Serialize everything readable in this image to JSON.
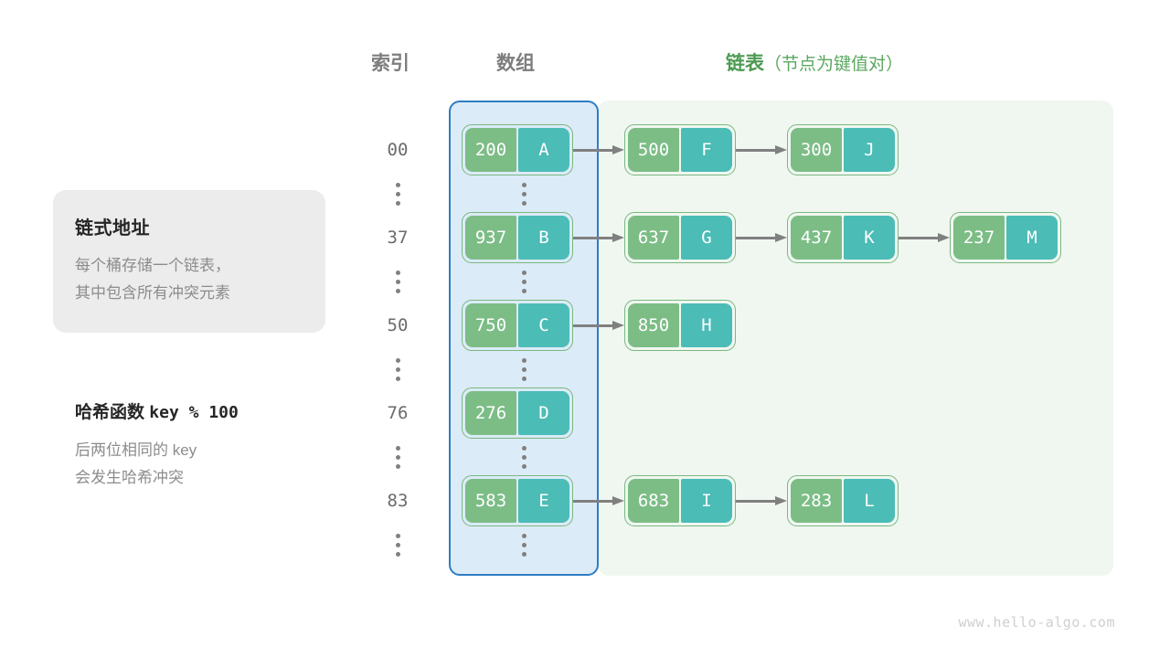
{
  "headers": {
    "index": "索引",
    "array": "数组",
    "list_main": "链表",
    "list_sub": "（节点为键值对）"
  },
  "info_card": {
    "title": "链式地址",
    "body": "每个桶存储一个链表，\n其中包含所有冲突元素"
  },
  "hash_note": {
    "title_cn": "哈希函数",
    "title_code": "key % 100",
    "body": "后两位相同的  key\n会发生哈希冲突"
  },
  "buckets": [
    {
      "index": "00",
      "nodes": [
        {
          "key": "200",
          "value": "A"
        },
        {
          "key": "500",
          "value": "F"
        },
        {
          "key": "300",
          "value": "J"
        }
      ]
    },
    {
      "index": "37",
      "nodes": [
        {
          "key": "937",
          "value": "B"
        },
        {
          "key": "637",
          "value": "G"
        },
        {
          "key": "437",
          "value": "K"
        },
        {
          "key": "237",
          "value": "M"
        }
      ]
    },
    {
      "index": "50",
      "nodes": [
        {
          "key": "750",
          "value": "C"
        },
        {
          "key": "850",
          "value": "H"
        }
      ]
    },
    {
      "index": "76",
      "nodes": [
        {
          "key": "276",
          "value": "D"
        }
      ]
    },
    {
      "index": "83",
      "nodes": [
        {
          "key": "583",
          "value": "E"
        },
        {
          "key": "683",
          "value": "I"
        },
        {
          "key": "283",
          "value": "L"
        }
      ]
    }
  ],
  "ellipsis_rows": 6,
  "footer": "www.hello-algo.com",
  "colors": {
    "key_fill": "#7cbd86",
    "value_fill": "#4bbcb6",
    "node_border": "#7ab87f",
    "array_panel_bg": "#dcebf8",
    "array_panel_border": "#2d7dc4",
    "list_panel_bg": "#f0f7f1",
    "arrow": "#808080",
    "header_gray": "#7d7d7d",
    "header_green": "#4c9a52",
    "info_card_bg": "#ececec"
  }
}
